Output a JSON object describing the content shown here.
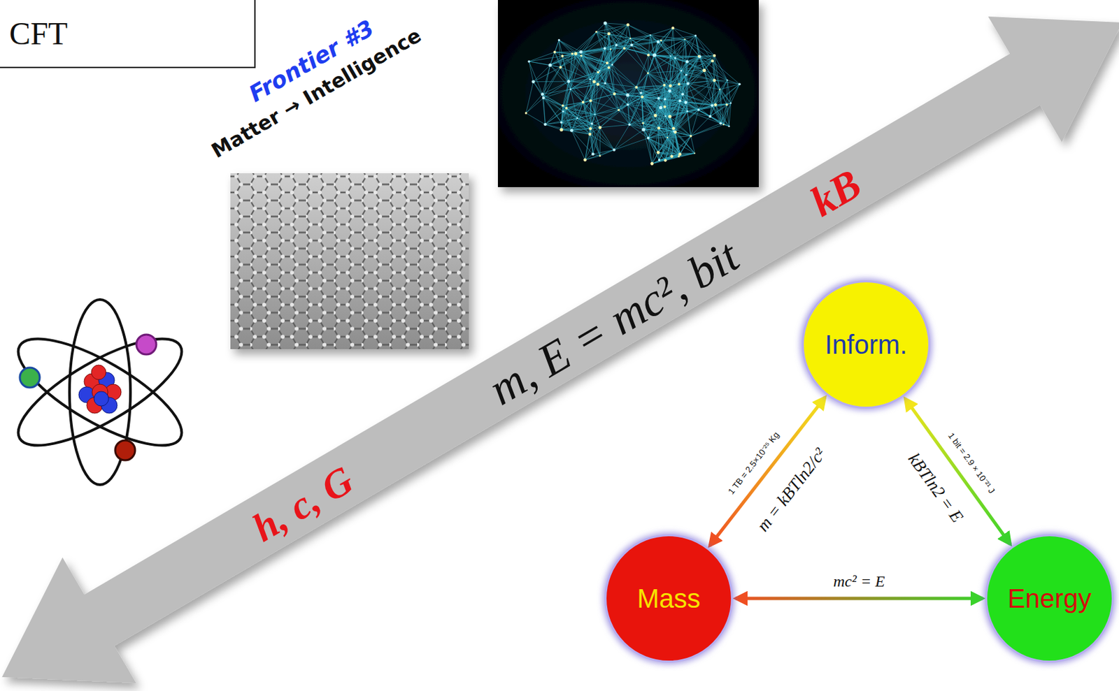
{
  "diagram": {
    "nodes": [
      {
        "text": [
          "CFT"
        ]
      },
      {
        "text": [
          "Inform."
        ]
      },
      {
        "text": [
          "Mass"
        ]
      },
      {
        "text": [
          "Energy"
        ]
      }
    ],
    "edges": [
      {
        "from": 2,
        "to": 1,
        "arrow": "both",
        "label": "m = kBTln2/c²"
      },
      {
        "from": 1,
        "to": 3,
        "arrow": "both",
        "label": "kBTln2 = E"
      },
      {
        "from": 2,
        "to": 3,
        "arrow": "both",
        "label": "mc² = E"
      }
    ],
    "labels": [
      "Frontier #3",
      "Matter → Intelligence",
      "h, c, G",
      "m, E = mc², bit",
      "kB",
      "1 TB = 2.5×10⁻²⁵ Kg",
      "1 bit = 2.9 × 10⁻²¹ J"
    ]
  }
}
